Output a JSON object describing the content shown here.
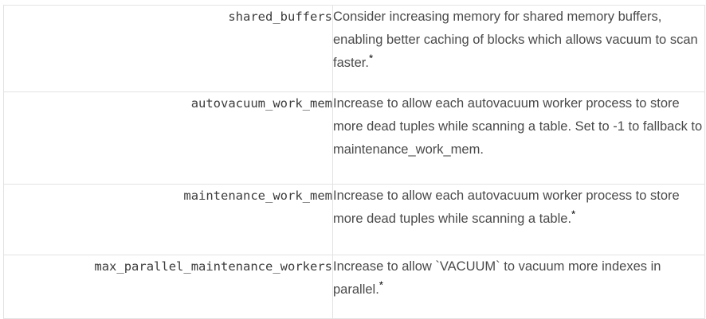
{
  "table": {
    "columns": [
      {
        "key": "parameter",
        "align": "right",
        "style": "monospace"
      },
      {
        "key": "description",
        "align": "left",
        "style": "sans"
      }
    ],
    "border_color": "#e3e3e3",
    "param_text_color": "#3c3c3c",
    "desc_text_color": "#4a4a4a",
    "footnote_marker": "*",
    "rows": [
      {
        "parameter": "shared_buffers",
        "description": "Consider increasing memory for shared memory buffers, enabling better caching of blocks which allows vacuum to scan faster.",
        "has_footnote": true
      },
      {
        "parameter": "autovacuum_work_mem",
        "description": "Increase to allow each autovacuum worker process to store more dead tuples while scanning a table. Set to -1 to fallback to maintenance_work_mem.",
        "has_footnote": false
      },
      {
        "parameter": "maintenance_work_mem",
        "description": "Increase to allow each autovacuum worker process to store more dead tuples while scanning a table.",
        "has_footnote": true
      },
      {
        "parameter": "max_parallel_maintenance_workers",
        "description": "Increase to allow `VACUUM` to vacuum more indexes in parallel.",
        "has_footnote": true
      }
    ]
  }
}
